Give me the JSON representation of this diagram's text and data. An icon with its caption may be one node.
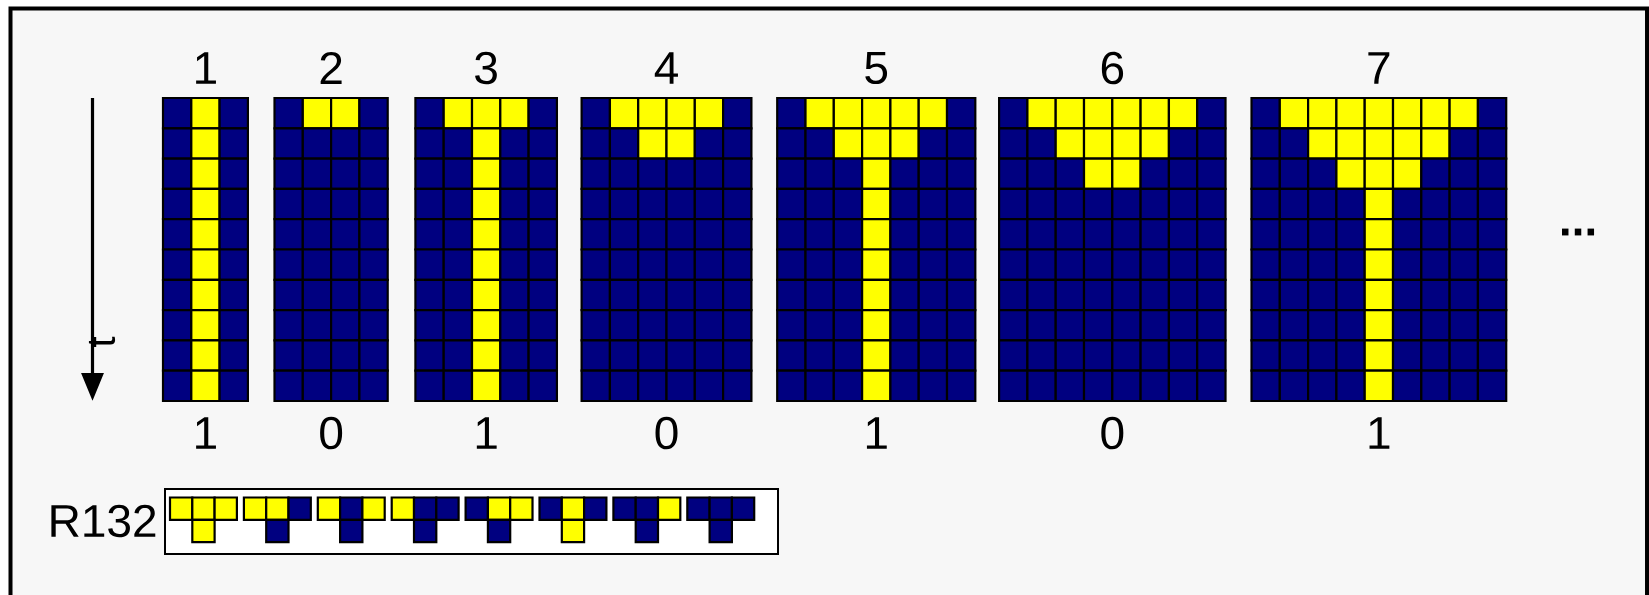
{
  "diagram": {
    "labels": [
      "1",
      "2",
      "3",
      "4",
      "5",
      "6",
      "7",
      "t",
      "...",
      "1",
      "0",
      "1",
      "0",
      "1",
      "0",
      "1",
      "R132"
    ]
  }
}
